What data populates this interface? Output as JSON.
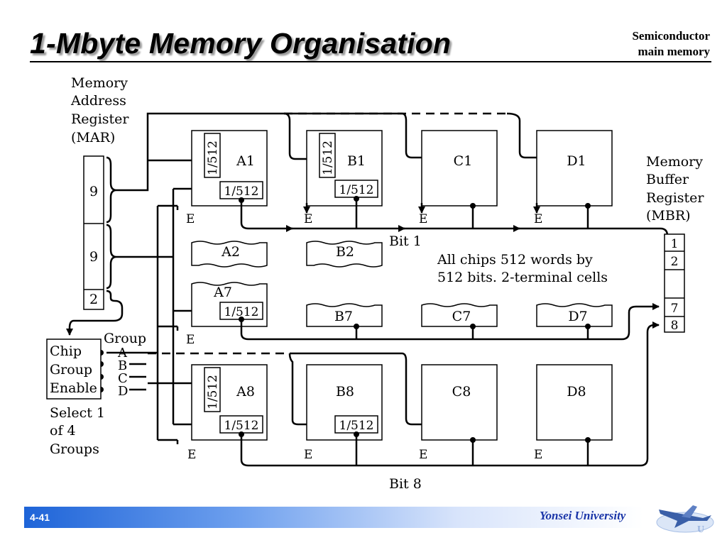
{
  "title": "1-Mbyte Memory Organisation",
  "corner": {
    "line1": "Semiconductor",
    "line2": "main memory"
  },
  "footer": {
    "page": "4-41",
    "university": "Yonsei University"
  },
  "diagram": {
    "mar_label": [
      "Memory",
      "Address",
      "Register",
      "(MAR)"
    ],
    "mar_fields": [
      "9",
      "9",
      "2"
    ],
    "mbr_label": [
      "Memory",
      "Buffer",
      "Register",
      "(MBR)"
    ],
    "mbr_cells": [
      "1",
      "2",
      "7",
      "8"
    ],
    "chips_row1": [
      "A1",
      "B1",
      "C1",
      "D1"
    ],
    "chips_row2": [
      "A2",
      "B2"
    ],
    "chips_row7": [
      "A7",
      "B7",
      "C7",
      "D7"
    ],
    "chips_row8": [
      "A8",
      "B8",
      "C8",
      "D8"
    ],
    "decoder_label": "1/512",
    "enable_label": "E",
    "bit1_label": "Bit 1",
    "bit8_label": "Bit 8",
    "note_line1": "All chips 512 words by",
    "note_line2": "512 bits. 2-terminal cells",
    "group_label": "Group",
    "group_lines": [
      "A",
      "B",
      "C",
      "D"
    ],
    "cge_label": [
      "Chip",
      "Group",
      "Enable"
    ],
    "select_label": [
      "Select 1",
      "of 4",
      "Groups"
    ]
  }
}
